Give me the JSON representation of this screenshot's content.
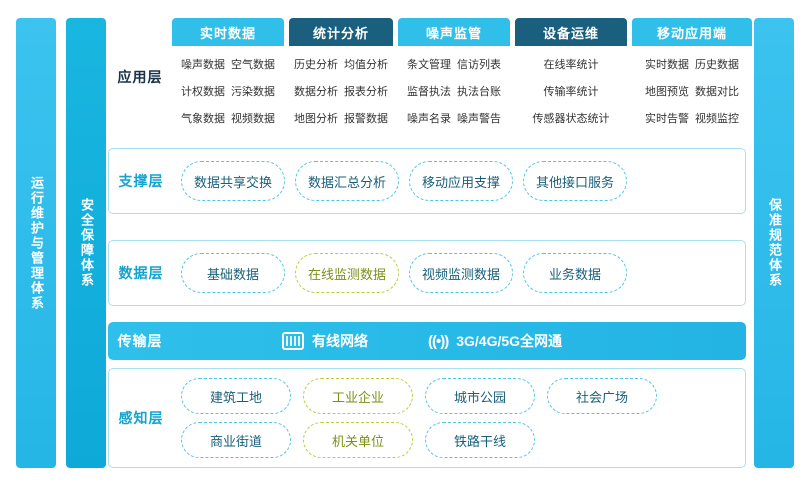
{
  "side_bars": {
    "left_outer": "运行维护与管理体系",
    "left_inner": "安全保障体系",
    "right_outer": "保准规范体系"
  },
  "layers": {
    "application": {
      "label": "应用层",
      "columns": [
        {
          "title": "实时数据",
          "header_color": "#30bfe8",
          "rows": [
            [
              "噪声数据",
              "空气数据"
            ],
            [
              "计权数据",
              "污染数据"
            ],
            [
              "气象数据",
              "视频数据"
            ]
          ]
        },
        {
          "title": "统计分析",
          "header_color": "#1b5f7e",
          "rows": [
            [
              "历史分析",
              "均值分析"
            ],
            [
              "数据分析",
              "报表分析"
            ],
            [
              "地图分析",
              "报警数据"
            ]
          ]
        },
        {
          "title": "噪声监管",
          "header_color": "#30bfe8",
          "rows": [
            [
              "条文管理",
              "信访列表"
            ],
            [
              "监督执法",
              "执法台账"
            ],
            [
              "噪声名录",
              "噪声警告"
            ]
          ]
        },
        {
          "title": "设备运维",
          "header_color": "#1b5f7e",
          "rows": [
            [
              "在线率统计"
            ],
            [
              "传输率统计"
            ],
            [
              "传感器状态统计"
            ]
          ]
        },
        {
          "title": "移动应用端",
          "header_color": "#30bfe8",
          "rows": [
            [
              "实时数据",
              "历史数据"
            ],
            [
              "地图预览",
              "数据对比"
            ],
            [
              "实时告警",
              "视频监控"
            ]
          ]
        }
      ]
    },
    "support": {
      "label": "支撑层",
      "items": [
        {
          "text": "数据共享交换",
          "style": "blue"
        },
        {
          "text": "数据汇总分析",
          "style": "blue"
        },
        {
          "text": "移动应用支撑",
          "style": "blue"
        },
        {
          "text": "其他接口服务",
          "style": "blue"
        }
      ]
    },
    "data": {
      "label": "数据层",
      "items": [
        {
          "text": "基础数据",
          "style": "blue"
        },
        {
          "text": "在线监测数据",
          "style": "green"
        },
        {
          "text": "视频监测数据",
          "style": "blue"
        },
        {
          "text": "业务数据",
          "style": "blue"
        }
      ]
    },
    "transmission": {
      "label": "传输层",
      "items": [
        {
          "icon": "network-port-icon",
          "text": "有线网络"
        },
        {
          "icon": "wireless-signal-icon",
          "text": "3G/4G/5G全网通"
        }
      ]
    },
    "perception": {
      "label": "感知层",
      "row1": [
        {
          "text": "建筑工地",
          "style": "blue"
        },
        {
          "text": "工业企业",
          "style": "green"
        },
        {
          "text": "城市公园",
          "style": "blue"
        },
        {
          "text": "社会广场",
          "style": "blue"
        }
      ],
      "row2": [
        {
          "text": "商业街道",
          "style": "blue"
        },
        {
          "text": "机关单位",
          "style": "green"
        },
        {
          "text": "铁路干线",
          "style": "blue"
        }
      ]
    }
  },
  "colors": {
    "accent_light": "#30bfe8",
    "accent_dark": "#1b5f7e",
    "green": "#b7cf3c"
  }
}
